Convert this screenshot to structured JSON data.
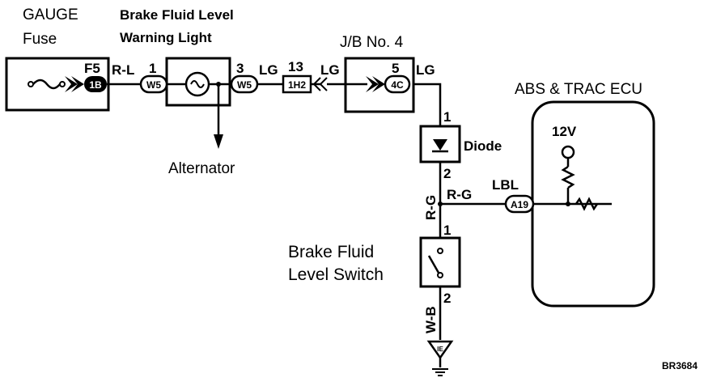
{
  "labels": {
    "gauge": "GAUGE",
    "fuse": "Fuse",
    "warning_line1": "Brake Fluid Level",
    "warning_line2": "Warning Light",
    "jb": "J/B No. 4",
    "abs_ecu": "ABS & TRAC ECU",
    "alternator": "Alternator",
    "diode": "Diode",
    "switch_line1": "Brake Fluid",
    "switch_line2": "Level Switch",
    "voltage": "12V",
    "figure_code": "BR3684"
  },
  "pins": {
    "f5": "F5",
    "p1_light": "1",
    "p3_light": "3",
    "p13": "13",
    "p5_jb": "5",
    "p1_diode": "1",
    "p2_diode": "2",
    "p1_switch": "1",
    "p2_switch": "2"
  },
  "connectors": {
    "c1b": "1B",
    "w5_left": "W5",
    "w5_right": "W5",
    "ih2": "1H2",
    "c4c": "4C",
    "a19": "A19",
    "ie": "IE"
  },
  "wires": {
    "rl": "R-L",
    "lg1": "LG",
    "lg2": "LG",
    "lg3": "LG",
    "rg_v": "R-G",
    "rg_h": "R-G",
    "lbl": "LBL",
    "wb": "W-B"
  }
}
